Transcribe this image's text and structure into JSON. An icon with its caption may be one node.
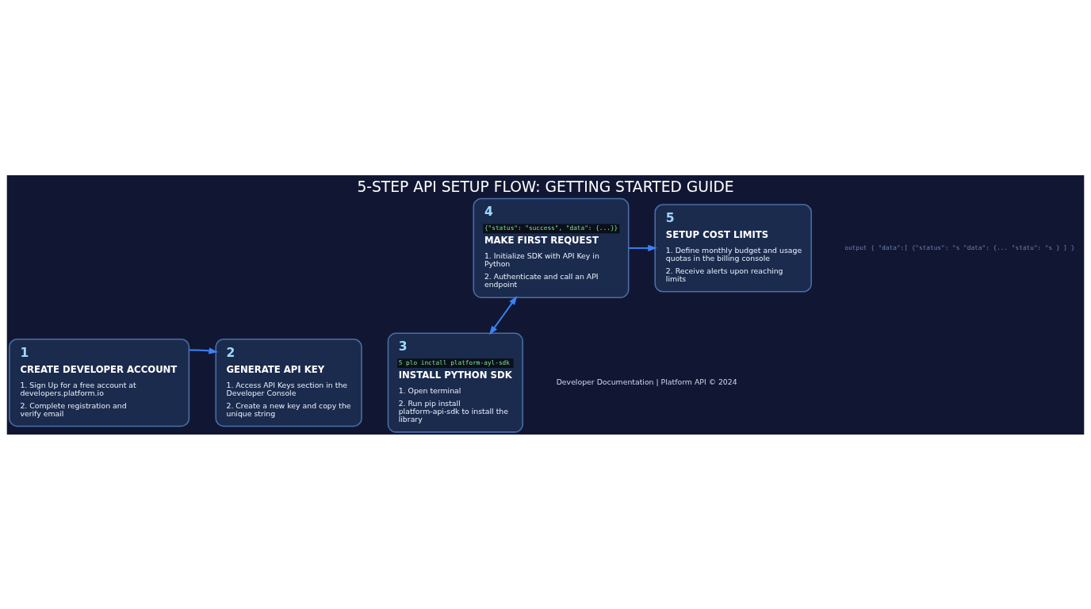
{
  "diagram": {
    "title": "5-STEP API SETUP FLOW: GETTING STARTED GUIDE",
    "caption": "Developer Documentation | Platform API © 2024",
    "nodes": [
      {
        "text": [
          "1",
          "CREATE DEVELOPER ACCOUNT",
          "1. Sign Up for a free account at developers.platform.io",
          "2. Complete registration and verify email"
        ]
      },
      {
        "text": [
          "2",
          "GENERATE API KEY",
          "1. Access API Keys section in the Developer Console",
          "2. Create a new key and copy the unique string"
        ]
      },
      {
        "text": [
          "3",
          "5 plo inctall platform-ayl-sdk",
          "INSTALL PYTHON SDK",
          "1. Open terminal",
          "2. Run pip install platform-api-sdk to install the library"
        ]
      },
      {
        "text": [
          "4",
          "{\"status\": \"success\", \"data\": {...}}",
          "MAKE FIRST REQUEST",
          "1. Initialize SDK with API Key in Python",
          "2. Authenticate and call an API endpoint"
        ]
      },
      {
        "text": [
          "5",
          "SETUP COST LIMITS",
          "1. Define monthly budget and usage quotas in the billing console",
          "2. Receive alerts upon reaching limits"
        ]
      }
    ],
    "edges": [
      {
        "from": 0,
        "to": 1,
        "arrow": "to"
      },
      {
        "from": 3,
        "to": 2,
        "arrow": "both"
      },
      {
        "from": 3,
        "to": 4,
        "arrow": "to"
      }
    ],
    "labels": [
      "output { \"data\":[ {\"status\": \"s \"data\": {... \"statu\": \"s } ] }"
    ]
  }
}
